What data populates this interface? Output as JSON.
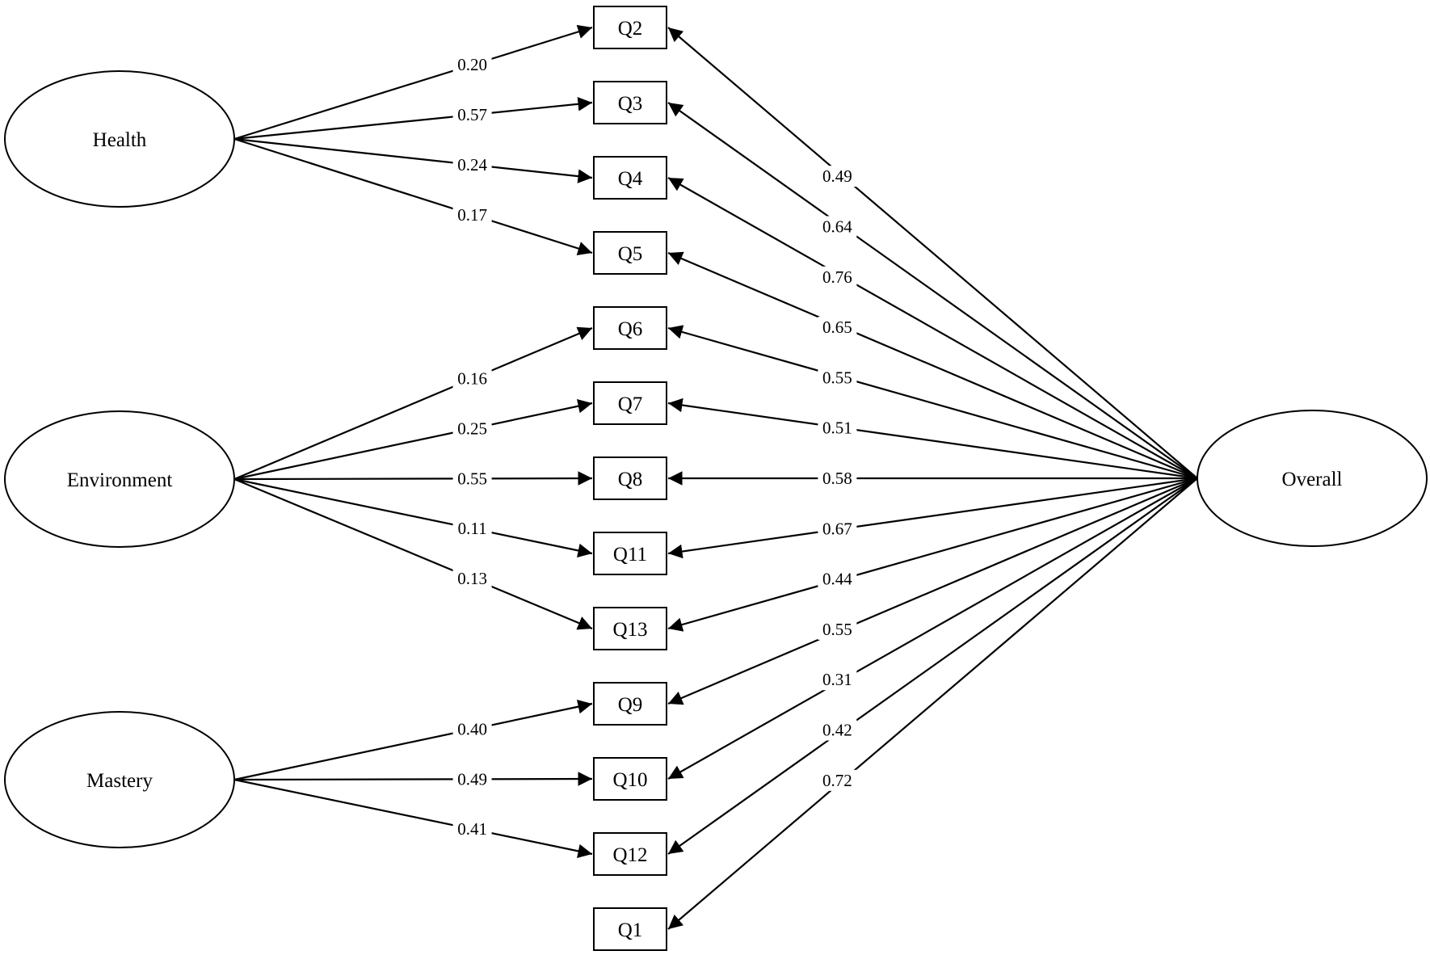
{
  "colors": {
    "line": "#000000",
    "background": "#ffffff"
  },
  "latent_factors": [
    {
      "id": "health",
      "label": "Health"
    },
    {
      "id": "environment",
      "label": "Environment"
    },
    {
      "id": "mastery",
      "label": "Mastery"
    }
  ],
  "overall": {
    "id": "overall",
    "label": "Overall"
  },
  "items": [
    {
      "id": "q2",
      "label": "Q2"
    },
    {
      "id": "q3",
      "label": "Q3"
    },
    {
      "id": "q4",
      "label": "Q4"
    },
    {
      "id": "q5",
      "label": "Q5"
    },
    {
      "id": "q6",
      "label": "Q6"
    },
    {
      "id": "q7",
      "label": "Q7"
    },
    {
      "id": "q8",
      "label": "Q8"
    },
    {
      "id": "q11",
      "label": "Q11"
    },
    {
      "id": "q13",
      "label": "Q13"
    },
    {
      "id": "q9",
      "label": "Q9"
    },
    {
      "id": "q10",
      "label": "Q10"
    },
    {
      "id": "q12",
      "label": "Q12"
    },
    {
      "id": "q1",
      "label": "Q1"
    }
  ],
  "factor_loadings": [
    {
      "from": "health",
      "to": "q2",
      "value": "0.20"
    },
    {
      "from": "health",
      "to": "q3",
      "value": "0.57"
    },
    {
      "from": "health",
      "to": "q4",
      "value": "0.24"
    },
    {
      "from": "health",
      "to": "q5",
      "value": "0.17"
    },
    {
      "from": "environment",
      "to": "q6",
      "value": "0.16"
    },
    {
      "from": "environment",
      "to": "q7",
      "value": "0.25"
    },
    {
      "from": "environment",
      "to": "q8",
      "value": "0.55"
    },
    {
      "from": "environment",
      "to": "q11",
      "value": "0.11"
    },
    {
      "from": "environment",
      "to": "q13",
      "value": "0.13"
    },
    {
      "from": "mastery",
      "to": "q9",
      "value": "0.40"
    },
    {
      "from": "mastery",
      "to": "q10",
      "value": "0.49"
    },
    {
      "from": "mastery",
      "to": "q12",
      "value": "0.41"
    }
  ],
  "overall_loadings": [
    {
      "to": "q2",
      "value": "0.49"
    },
    {
      "to": "q3",
      "value": "0.64"
    },
    {
      "to": "q4",
      "value": "0.76"
    },
    {
      "to": "q5",
      "value": "0.65"
    },
    {
      "to": "q6",
      "value": "0.55"
    },
    {
      "to": "q7",
      "value": "0.51"
    },
    {
      "to": "q8",
      "value": "0.58"
    },
    {
      "to": "q11",
      "value": "0.67"
    },
    {
      "to": "q13",
      "value": "0.44"
    },
    {
      "to": "q9",
      "value": "0.55"
    },
    {
      "to": "q10",
      "value": "0.31"
    },
    {
      "to": "q12",
      "value": "0.42"
    },
    {
      "to": "q1",
      "value": "0.72"
    }
  ]
}
